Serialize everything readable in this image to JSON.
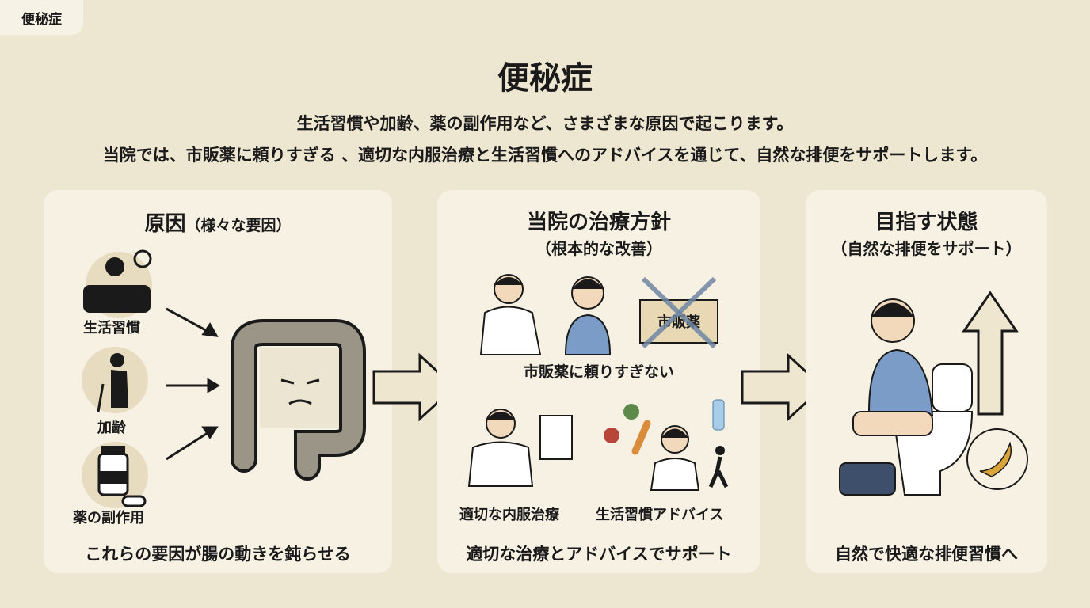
{
  "tab_label": "便秘症",
  "title": "便秘症",
  "subtitle_lines": [
    "生活習慣や加齢、薬の副作用など、さまざまな原因で起こります。",
    "当院では、市販薬に頼りすぎる 、適切な内服治療と生活習慣へのアドバイスを通じて、自然な排便をサポートします。"
  ],
  "panels": {
    "causes": {
      "title": "原因",
      "title_note": "（様々な要因）",
      "items": [
        "生活習慣",
        "加齢",
        "薬の副作用"
      ],
      "footer": "これらの要因が腸の動きを鈍らせる"
    },
    "policy": {
      "title": "当院の治療方針",
      "subtitle": "（根本的な改善）",
      "box_label": "市販薬",
      "caption_top": "市販薬に頼りすぎない",
      "caption_left": "適切な内服治療",
      "caption_right": "生活習慣アドバイス",
      "footer": "適切な治療とアドバイスでサポート"
    },
    "goal": {
      "title": "目指す状態",
      "subtitle": "（自然な排便をサポート）",
      "footer": "自然で快適な排便習慣へ"
    }
  },
  "colors": {
    "background": "#ede6d0",
    "panel": "#f6f1e3",
    "arrow": "#efe6cf",
    "cross": "#6f86a3"
  }
}
